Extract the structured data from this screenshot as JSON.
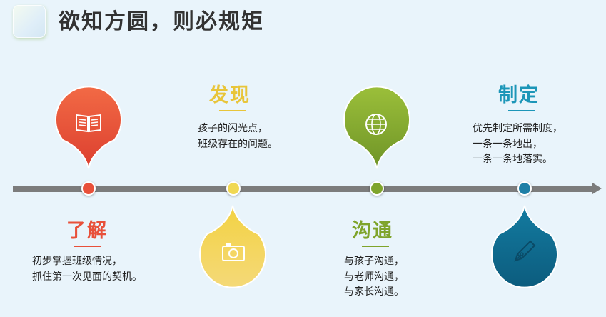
{
  "header": {
    "title": "欲知方圆，则必规矩"
  },
  "colors": {
    "red": "#e8503a",
    "yellow": "#f0cd45",
    "green": "#8aab2f",
    "blue": "#1d7fa4",
    "timeline": "#7c7c7c"
  },
  "stages": [
    {
      "title": "了解",
      "icon": "book-icon",
      "lines": [
        "初步掌握班级情况，",
        "抓住第一次见面的契机。"
      ]
    },
    {
      "title": "发现",
      "icon": "camera-icon",
      "lines": [
        "孩子的闪光点，",
        "班级存在的问题。"
      ]
    },
    {
      "title": "沟通",
      "icon": "globe-icon",
      "lines": [
        "与孩子沟通，",
        "与老师沟通，",
        "与家长沟通。"
      ]
    },
    {
      "title": "制定",
      "icon": "pen-nib-icon",
      "lines": [
        "优先制定所需制度，",
        "一条一条地出，",
        "一条一条地落实。"
      ]
    }
  ]
}
